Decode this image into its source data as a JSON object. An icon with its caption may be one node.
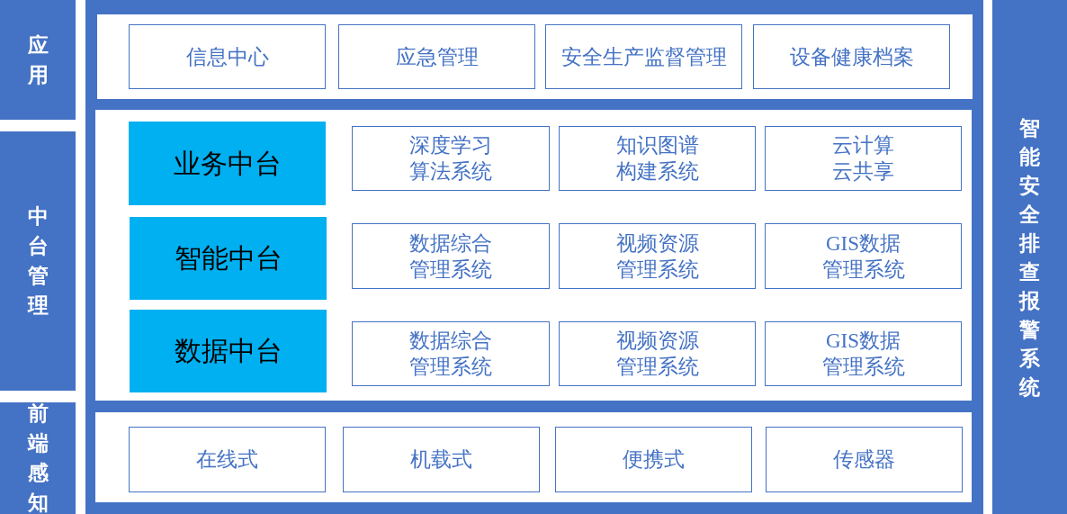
{
  "diagram": {
    "nodes": [
      {
        "text": [
          "应用"
        ]
      },
      {
        "text": [
          "中台管理"
        ]
      },
      {
        "text": [
          "前端感知"
        ]
      },
      {
        "text": [],
        "shape": "box"
      },
      {
        "text": [],
        "shape": "box",
        "in": 3
      },
      {
        "text": [
          "信息中心"
        ],
        "in": 4
      },
      {
        "text": [
          "应急管理"
        ],
        "in": 4
      },
      {
        "text": [
          "安全生产监督管理"
        ],
        "in": 4
      },
      {
        "text": [
          "设备健康档案"
        ],
        "in": 4
      },
      {
        "text": [],
        "shape": "box",
        "in": 3
      },
      {
        "text": [
          "业务中台"
        ],
        "in": 9
      },
      {
        "text": [
          "深度学习算法系统"
        ],
        "in": 9
      },
      {
        "text": [
          "知识图谱构建系统"
        ],
        "in": 9
      },
      {
        "text": [
          "云计算云共享"
        ],
        "in": 9
      },
      {
        "text": [
          "智能中台"
        ],
        "in": 9
      },
      {
        "text": [
          "数据综合管理系统"
        ],
        "in": 9
      },
      {
        "text": [
          "视频资源管理系统"
        ],
        "in": 9
      },
      {
        "text": [
          "GIS数据管理系统"
        ],
        "in": 9
      },
      {
        "text": [
          "数据中台"
        ],
        "in": 9
      },
      {
        "text": [
          "数据综合管理系统"
        ],
        "in": 9
      },
      {
        "text": [
          "视频资源管理系统"
        ],
        "in": 9
      },
      {
        "text": [
          "GIS数据管理系统"
        ],
        "in": 9
      },
      {
        "text": [],
        "shape": "box",
        "in": 3
      },
      {
        "text": [
          "在线式"
        ],
        "in": 22
      },
      {
        "text": [
          "机载式"
        ],
        "in": 22
      },
      {
        "text": [
          "便携式"
        ],
        "in": 22
      },
      {
        "text": [
          "传感器"
        ],
        "in": 22
      },
      {
        "text": [
          "智能安全排查报警系统"
        ]
      }
    ]
  }
}
